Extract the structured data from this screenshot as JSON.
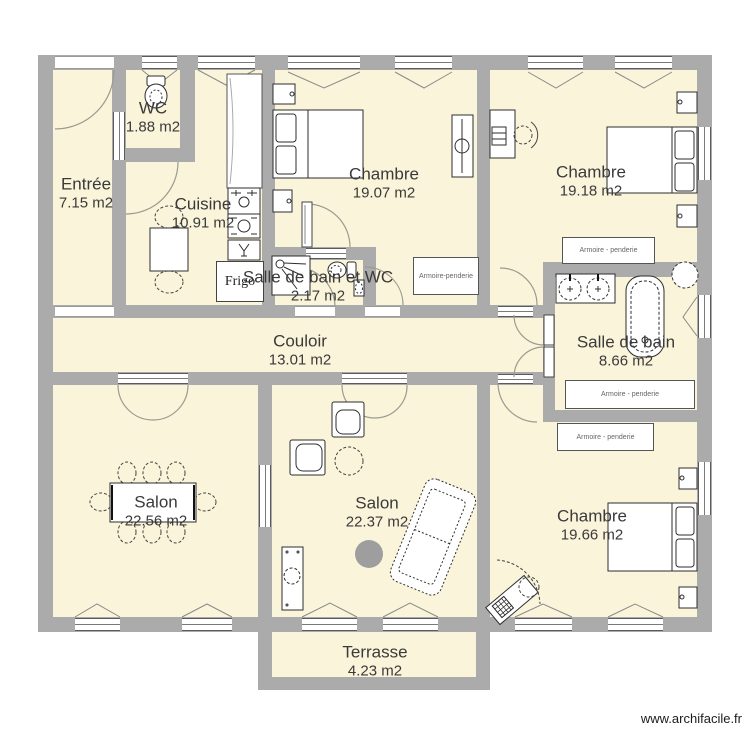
{
  "watermark": "www.archifacile.fr",
  "rooms": {
    "entree": {
      "name": "Entrée",
      "area": "7.15 m2"
    },
    "wc": {
      "name": "WC",
      "area": "1.88 m2"
    },
    "cuisine": {
      "name": "Cuisine",
      "area": "10.91 m2"
    },
    "chambre_1907": {
      "name": "Chambre",
      "area": "19.07 m2"
    },
    "chambre_1918": {
      "name": "Chambre",
      "area": "19.18 m2"
    },
    "sdb_wc": {
      "name": "Salle de bain et WC",
      "area": "2.17 m2"
    },
    "couloir": {
      "name": "Couloir",
      "area": "13.01 m2"
    },
    "salle_de_bain": {
      "name": "Salle de bain",
      "area": "8.66 m2"
    },
    "salon_1": {
      "name": "Salon",
      "area": "22.56 m2"
    },
    "salon_2": {
      "name": "Salon",
      "area": "22.37 m2"
    },
    "chambre_1966": {
      "name": "Chambre",
      "area": "19.66 m2"
    },
    "terrasse": {
      "name": "Terrasse",
      "area": "4.23 m2"
    }
  },
  "furniture": {
    "fridge_label": "Frigo",
    "wardrobe_label": "Armoire - penderie",
    "wardrobe_label_compact": "Armoire-penderie"
  },
  "colors": {
    "wall": "#ababab",
    "floor": "#faf4da",
    "accent_circle": "#9e9e9e"
  }
}
